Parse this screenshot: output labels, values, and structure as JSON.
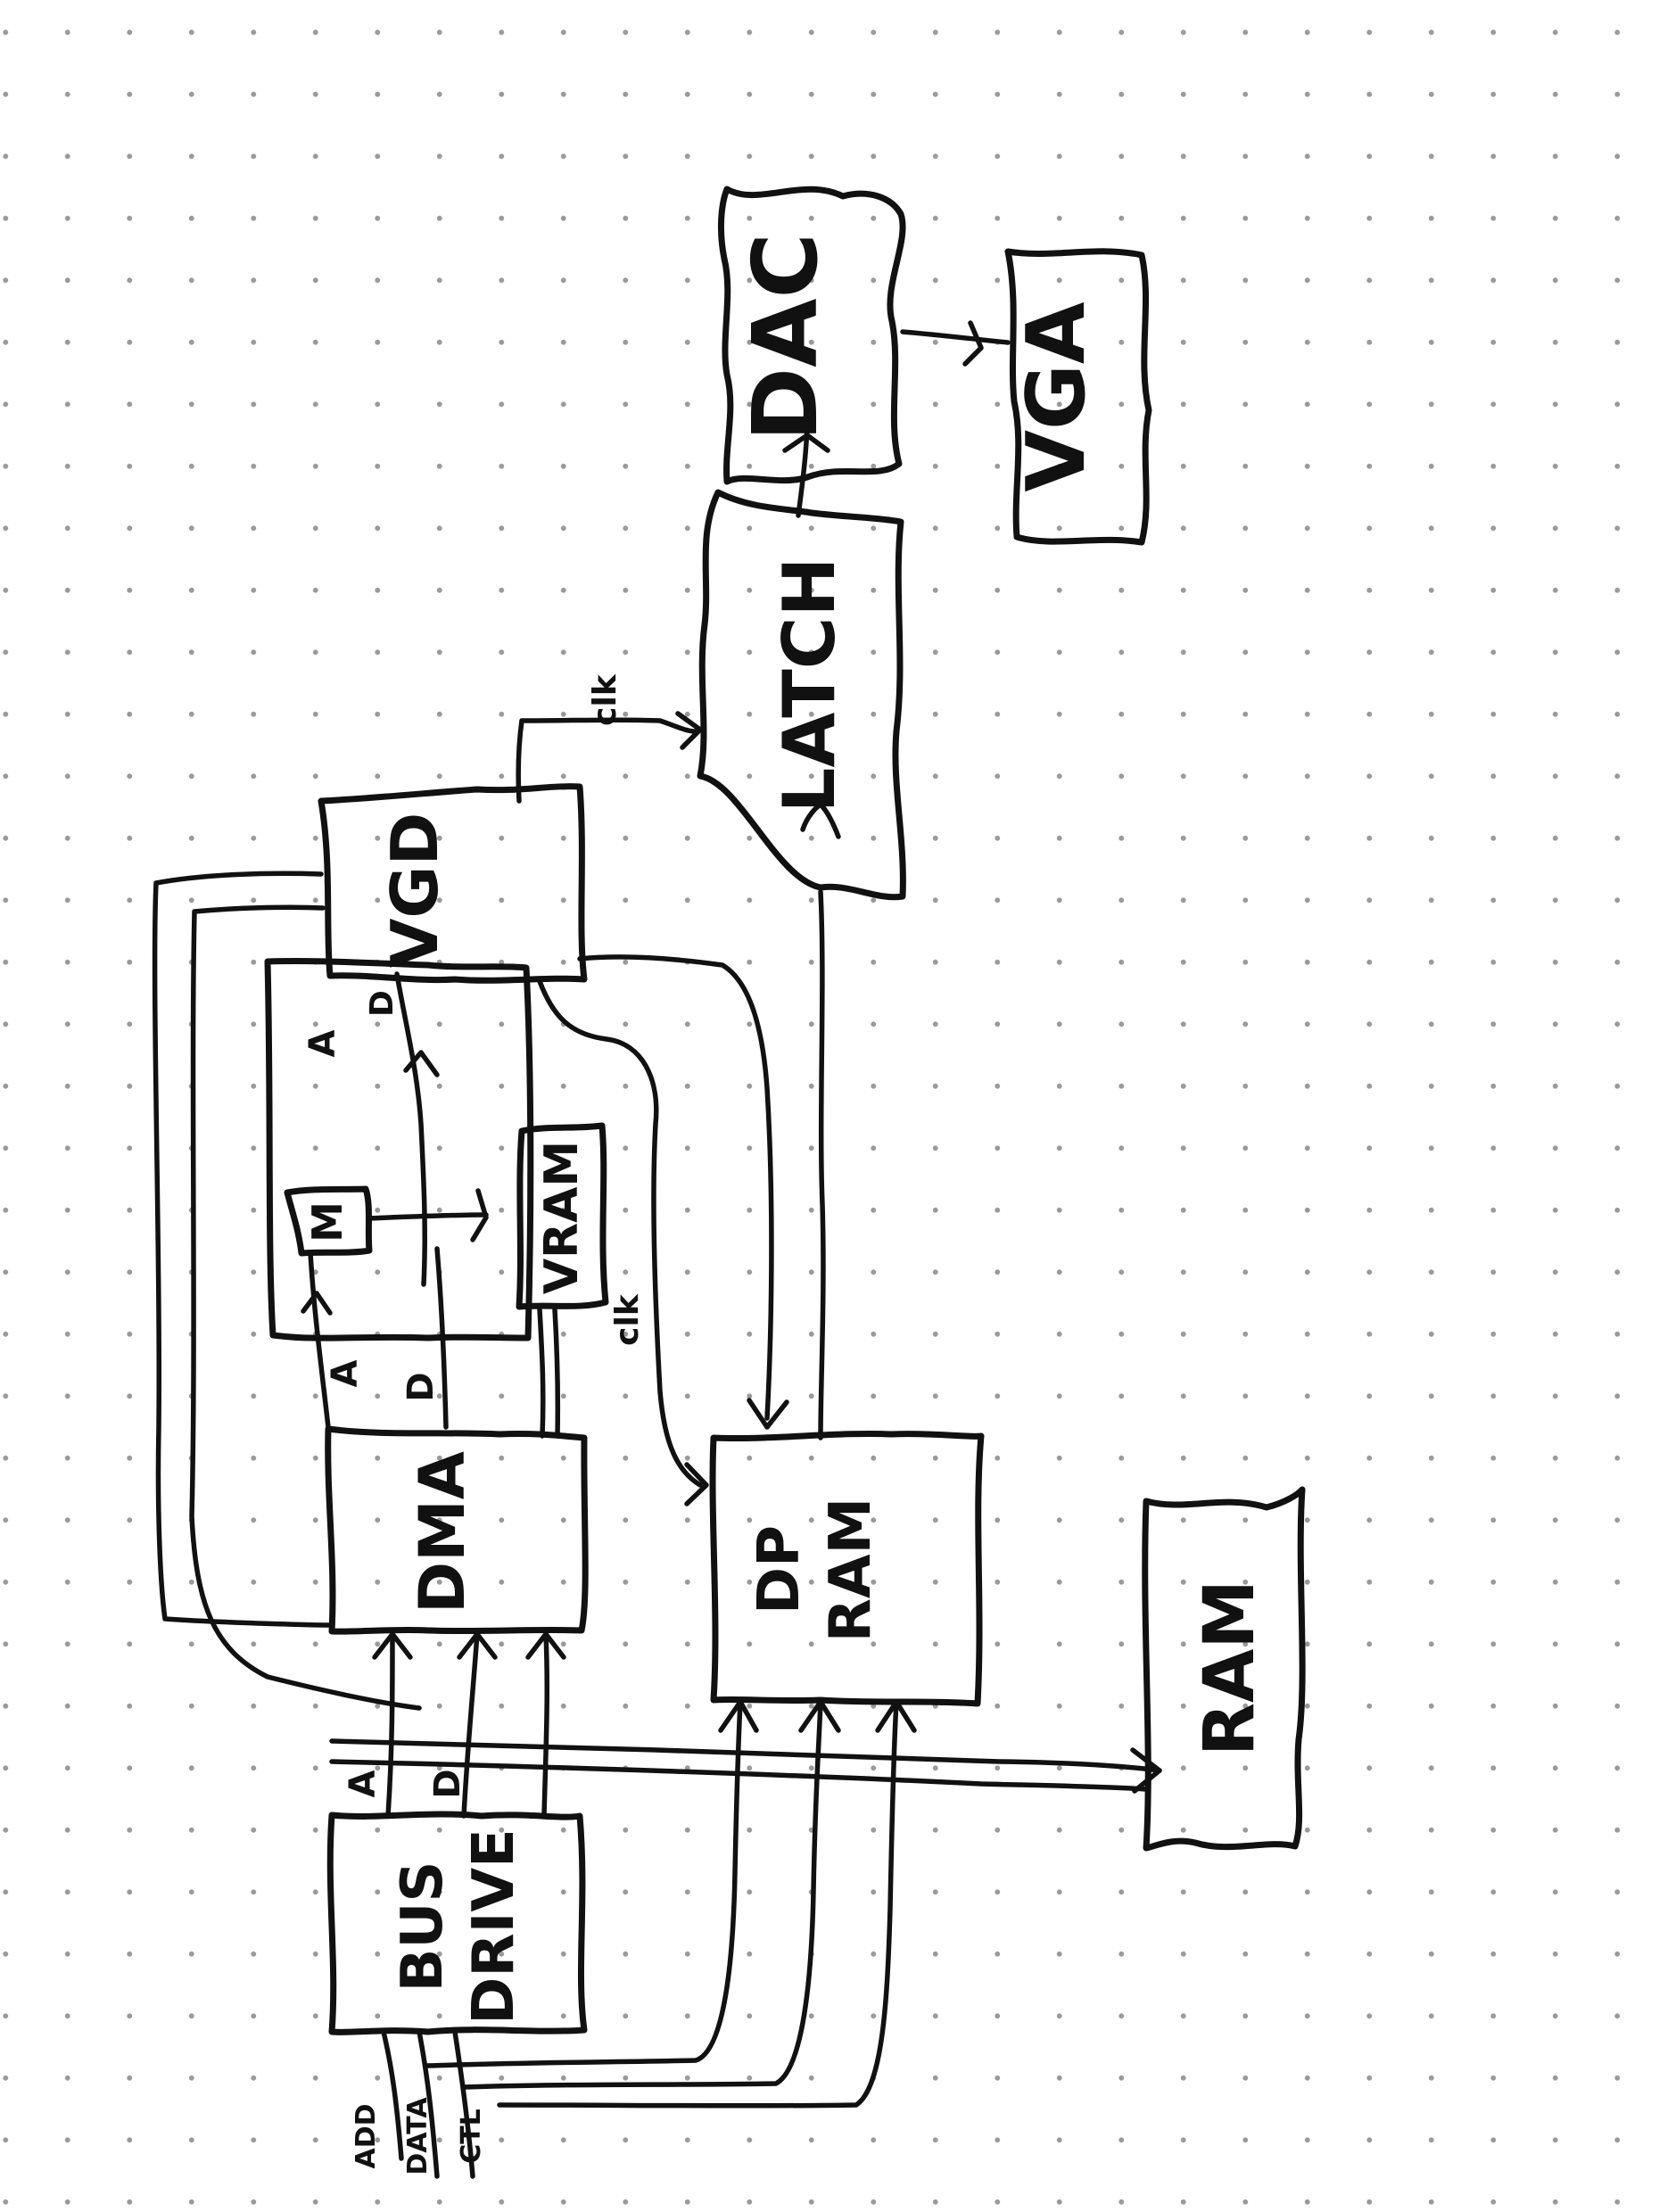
{
  "blocks": {
    "dac": "DAC",
    "vga_out": "VGA",
    "latch": "LATCH",
    "vgd": "VGD",
    "mux": "M",
    "vram": "VRAM",
    "dma": "DMA",
    "dp_ram": [
      "DP",
      "RAM"
    ],
    "ram": "RAM",
    "bus_driver": [
      "BUS",
      "DRIVE"
    ]
  },
  "signals": {
    "a_mux": "A",
    "a_vgd": "A",
    "d_dma": "D",
    "d_vgd": "D",
    "a_bus": "A",
    "d_bus": "D",
    "clk_latch": "clk",
    "clk_dp": "clk",
    "bus_left_1": "ADD",
    "bus_left_2": "DATA",
    "bus_left_3": "CTL"
  }
}
